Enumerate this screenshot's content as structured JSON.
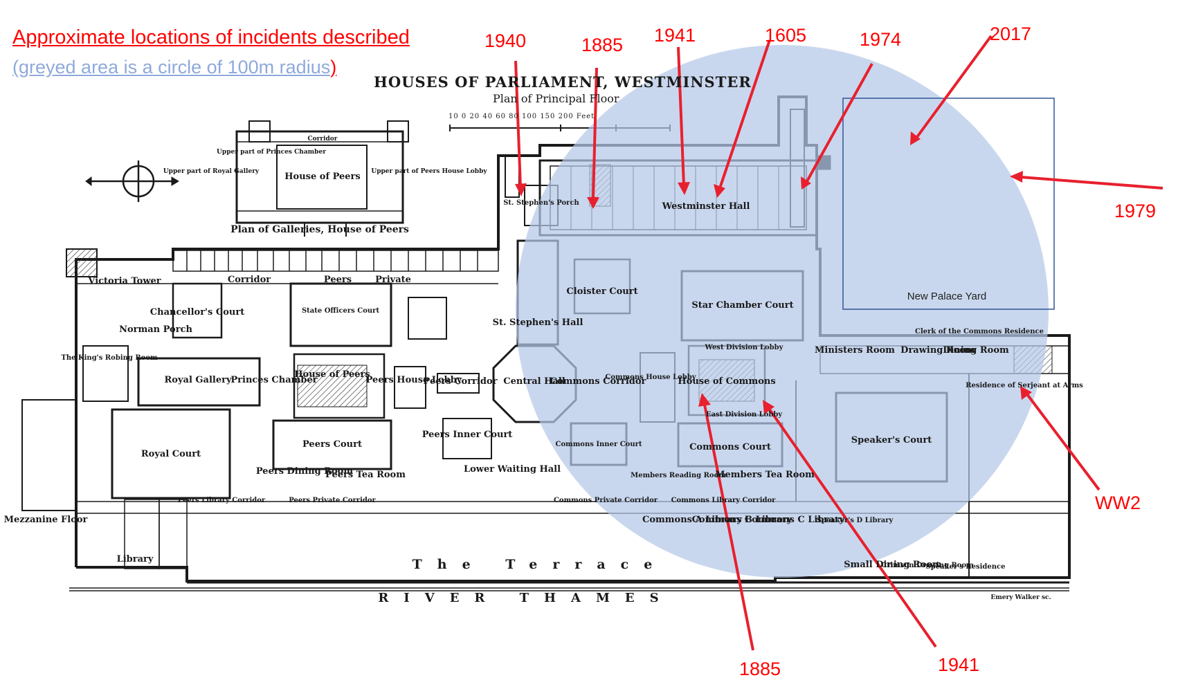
{
  "legend": {
    "title": "Approximate locations of incidents described",
    "subtitle": "(greyed area is a circle of 100m radius",
    "subtitle_close": ")"
  },
  "map": {
    "title": "HOUSES OF PARLIAMENT, WESTMINSTER",
    "subtitle": "Plan of Principal Floor",
    "scale_label": "10 0  20  40  60  80  100      150        200 Feet",
    "inset_label": "Plan of Galleries, House of Peers",
    "inset_rooms": [
      "Upper part of Royal Gallery",
      "Upper part of Princes Chamber",
      "House of Peers",
      "Upper part of Peers House Lobby",
      "Corridor"
    ],
    "new_palace_yard": "New Palace Yard",
    "terrace_label": "The Terrace",
    "river_label": "RIVER THAMES",
    "credit": "Emery Walker sc.",
    "rooms": [
      "Victoria Tower",
      "Chancellor's Court",
      "State Officers Court",
      "Norman Porch",
      "The King's Robing Room",
      "Royal Gallery",
      "Princes Chamber",
      "House of Peers",
      "Peers House Lobby",
      "Royal Court",
      "Peers Court",
      "Peers Inner Court",
      "Central Hall",
      "St. Stephen's Hall",
      "St. Stephen's Porch",
      "Westminster Hall",
      "Cloister Court",
      "Star Chamber Court",
      "Commons House Lobby",
      "House of Commons",
      "Commons Inner Court",
      "Commons Court",
      "Speaker's Court",
      "Library",
      "Lower Waiting Hall",
      "Peers Corridor",
      "Commons Corridor",
      "West Division Lobby",
      "East Division Lobby",
      "Peers Dining Room",
      "Peers Tea Room",
      "Members Reading Room",
      "Members Tea Room",
      "Peers Library Corridor",
      "Peers Private Corridor",
      "Commons Private Corridor",
      "Commons Library Corridor",
      "Commons A Library",
      "Commons B Library",
      "Commons C Library",
      "Speaker's D Library",
      "Speaker's Residence",
      "Residence of Serjeant at Arms",
      "Clerk of the Commons Residence",
      "Ministers Room",
      "Drawing Room",
      "Dining Room",
      "Crimson Drawing Room",
      "Small Dining Room",
      "Mezzanine Floor",
      "Corridor",
      "Peers",
      "Private"
    ]
  },
  "incidents": [
    {
      "year": "1940"
    },
    {
      "year": "1885"
    },
    {
      "year": "1941"
    },
    {
      "year": "1605"
    },
    {
      "year": "1974"
    },
    {
      "year": "2017"
    },
    {
      "year": "1979"
    },
    {
      "year": "WW2"
    },
    {
      "year": "1885"
    },
    {
      "year": "1941"
    }
  ],
  "colors": {
    "arrow": "#e8202e",
    "circle": "#b4c7e7",
    "legend_title": "#ff0000",
    "legend_sub": "#8ea9db",
    "ink": "#1a1a1a"
  }
}
